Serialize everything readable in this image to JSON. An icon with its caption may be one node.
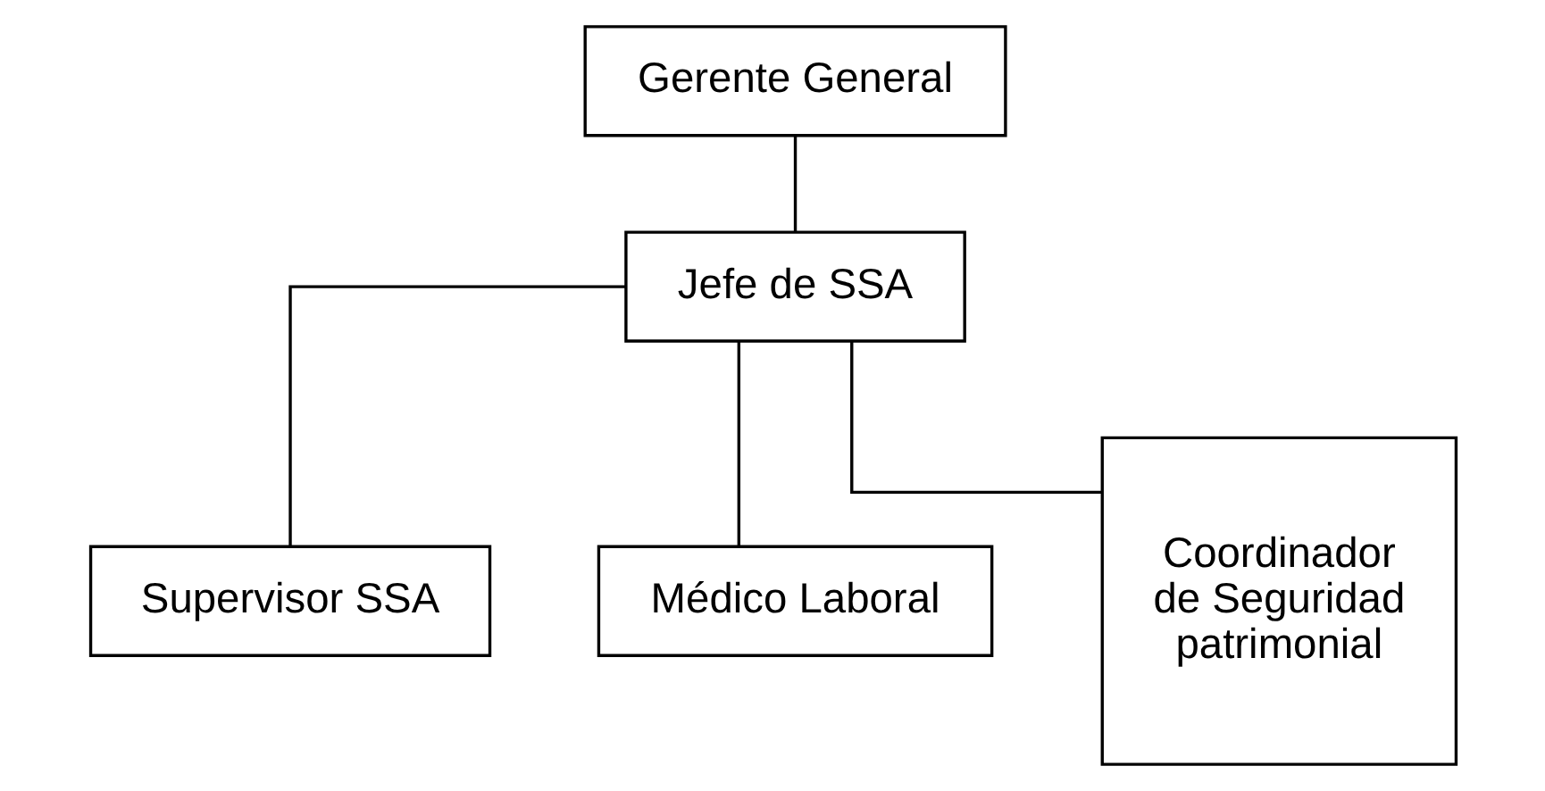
{
  "diagram": {
    "nodes": [
      {
        "text": [
          "Gerente General"
        ]
      },
      {
        "text": [
          "Jefe de SSA"
        ]
      },
      {
        "text": [
          "Supervisor SSA"
        ]
      },
      {
        "text": [
          "Médico Laboral"
        ]
      },
      {
        "text": [
          "Coordinador de Seguridad patrimonial"
        ]
      }
    ],
    "edges": [
      {
        "from": 0,
        "to": 1,
        "arrow": "none"
      },
      {
        "from": 1,
        "to": 2,
        "arrow": "none"
      },
      {
        "from": 1,
        "to": 3,
        "arrow": "none"
      },
      {
        "from": 1,
        "to": 4,
        "arrow": "none"
      }
    ]
  }
}
